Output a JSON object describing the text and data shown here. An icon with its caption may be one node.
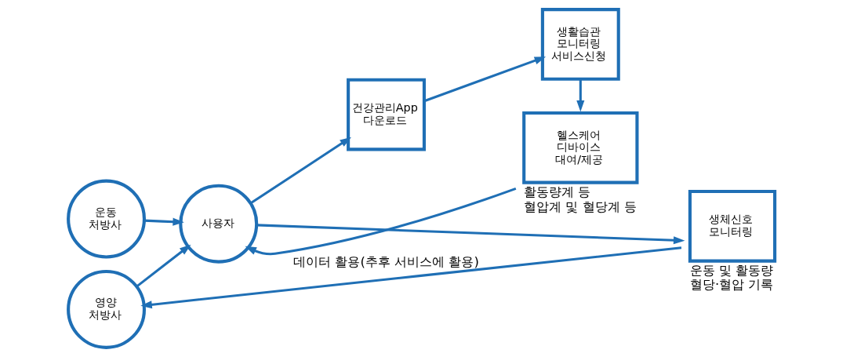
{
  "diagram": {
    "nodes": [
      {
        "text": [
          "운동 처방사"
        ]
      },
      {
        "text": [
          "영양 처방사"
        ]
      },
      {
        "text": [
          "사용자"
        ]
      },
      {
        "text": [
          "건강관리App 다운로드"
        ]
      },
      {
        "text": [
          "생활습관 모니터링 서비스신청"
        ]
      },
      {
        "text": [
          "생체신호 모니터링"
        ],
        "beside": [
          "운동 및 활동량",
          "혈당·혈압 기록"
        ]
      },
      {
        "text": [
          "헬스케어 디바이스 대여/제공"
        ],
        "beside": [
          "활동량계 등",
          "혈압계 및 혈당계 등"
        ]
      }
    ],
    "edges": [
      {
        "from": 0,
        "to": 2,
        "arrow": "to"
      },
      {
        "from": 1,
        "to": 2,
        "arrow": "to"
      },
      {
        "from": 2,
        "to": 3,
        "arrow": "to"
      },
      {
        "from": 3,
        "to": 4,
        "arrow": "to"
      },
      {
        "from": 4,
        "to": 6,
        "arrow": "to"
      },
      {
        "from": 6,
        "to": 2,
        "arrow": "to"
      },
      {
        "from": 2,
        "to": 5,
        "arrow": "to"
      },
      {
        "from": 5,
        "to": 1,
        "arrow": "to",
        "label": "데이터 활용(추후 서비스에 활용)"
      }
    ]
  }
}
